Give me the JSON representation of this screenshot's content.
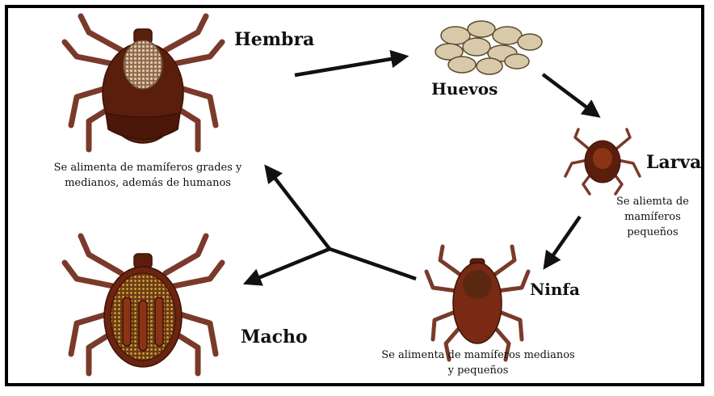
{
  "labels": {
    "hembra": "Hembra",
    "huevos": "Huevos",
    "larva": "Larva",
    "ninfa": "Ninfa",
    "macho": "Macho"
  },
  "captions": {
    "hembra": "Se alimenta de mamíferos grades y medianos, además de humanos",
    "larva": "Se aliemta de mamíferos pequeños",
    "ninfa": "Se alimenta de mamíferos medianos y pequeños"
  },
  "colors": {
    "frame": "#000000",
    "tick_dark": "#5a1e0c",
    "tick_mid": "#8a3415",
    "tick_leg": "#9a4a35",
    "egg": "#d8c9a8",
    "arrow": "#111111"
  }
}
